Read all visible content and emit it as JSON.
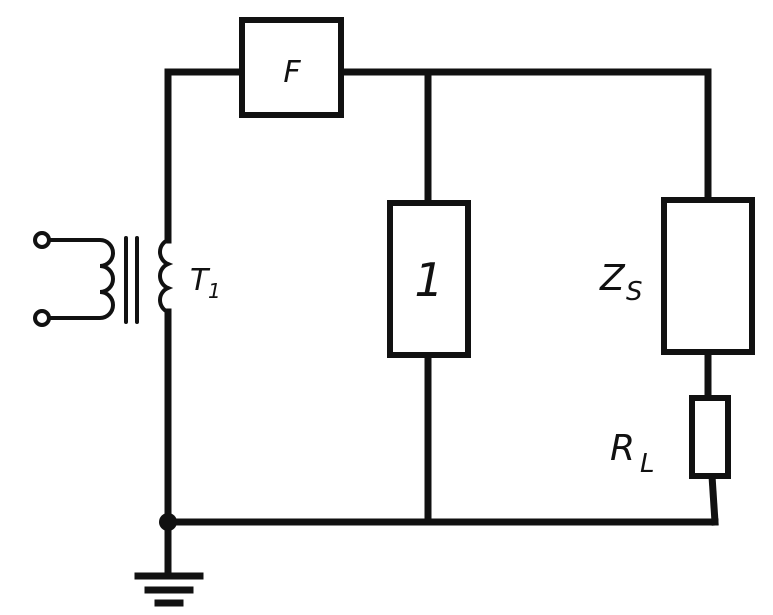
{
  "diagram": {
    "type": "electrical-circuit",
    "components": [
      {
        "id": "transformer",
        "label": "T",
        "subscript": "1"
      },
      {
        "id": "filter",
        "label": "F"
      },
      {
        "id": "branch-1",
        "label": "1"
      },
      {
        "id": "impedance",
        "label": "Z",
        "subscript": "S"
      },
      {
        "id": "load-resistor",
        "label": "R",
        "subscript": "L"
      }
    ],
    "colors": {
      "line": "#111111",
      "background": "#ffffff"
    }
  }
}
